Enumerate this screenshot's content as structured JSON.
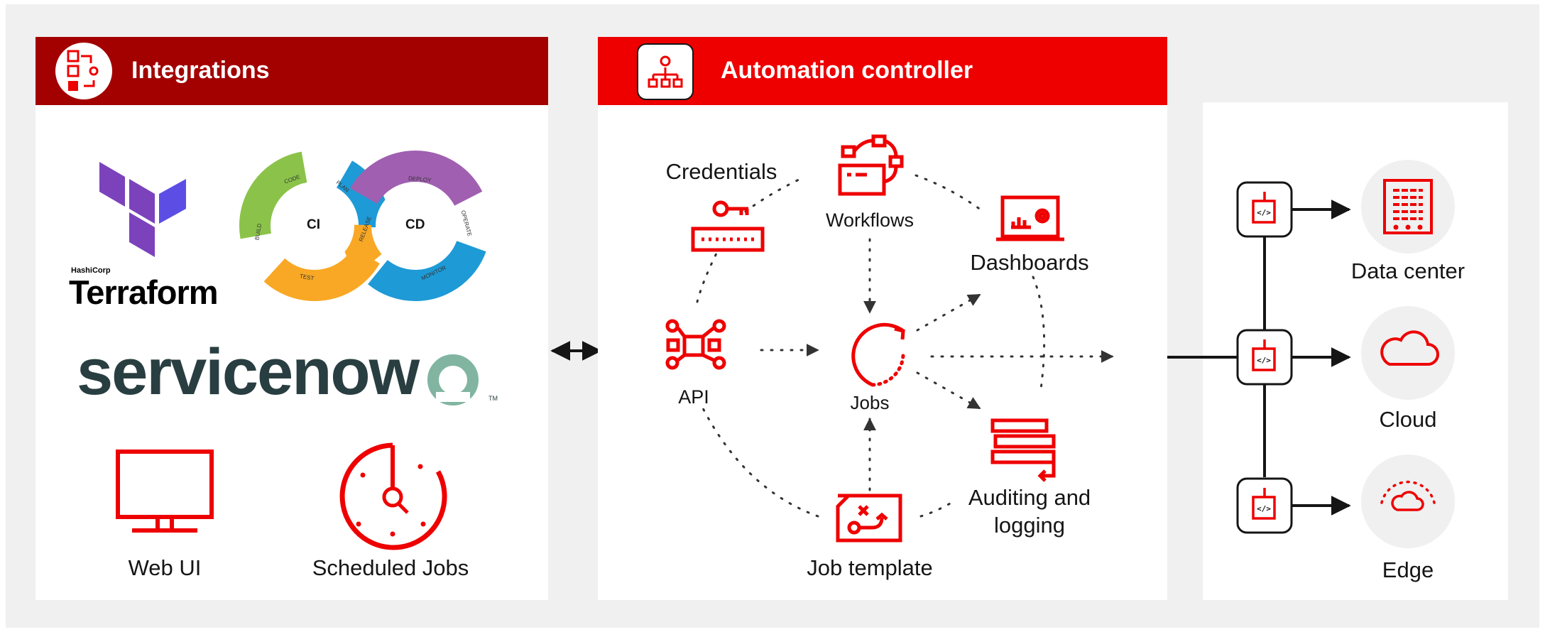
{
  "integrations": {
    "title": "Integrations",
    "terraform_small": "HashiCorp",
    "terraform": "Terraform",
    "cicd_ci": "CI",
    "cicd_cd": "CD",
    "cicd_stages": [
      "CODE",
      "PLAN",
      "BUILD",
      "TEST",
      "RELEASE",
      "DEPLOY",
      "OPERATE",
      "MONITOR"
    ],
    "servicenow": "servicenow",
    "servicenow_tm": "TM",
    "web_ui": "Web UI",
    "scheduled_jobs": "Scheduled Jobs"
  },
  "controller": {
    "title": "Automation controller",
    "credentials": "Credentials",
    "workflows": "Workflows",
    "dashboards": "Dashboards",
    "api": "API",
    "jobs": "Jobs",
    "auditing_1": "Auditing and",
    "auditing_2": "logging",
    "job_template": "Job template"
  },
  "targets": {
    "data_center": "Data center",
    "cloud": "Cloud",
    "edge": "Edge"
  },
  "colors": {
    "integrations_header": "#a30000",
    "controller_header": "#ee0000",
    "icon_red": "#ee0000",
    "background": "#f0f0f0",
    "panel": "#ffffff",
    "target_circle": "#f0f0f0",
    "terraform_purple": "#7b42bc",
    "servicenow_dark": "#293e40",
    "servicenow_green": "#81b5a1"
  },
  "icons": [
    "integrations-icon",
    "controller-icon",
    "terraform-logo",
    "cicd-logo",
    "servicenow-logo",
    "monitor-icon",
    "clock-icon",
    "key-icon",
    "workflows-icon",
    "dashboard-icon",
    "api-icon",
    "jobs-icon",
    "audit-icon",
    "job-template-icon",
    "code-node-icon",
    "server-rack-icon",
    "cloud-icon",
    "edge-cloud-icon"
  ]
}
